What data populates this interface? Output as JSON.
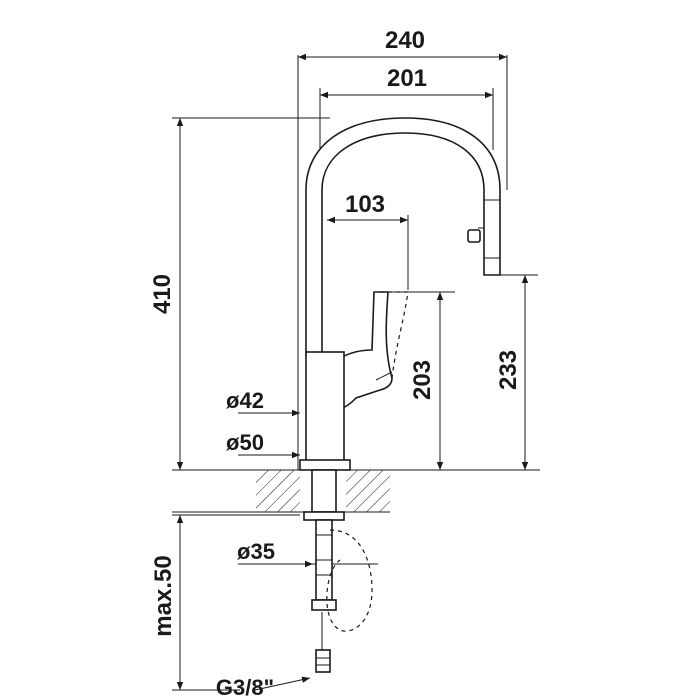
{
  "dimensions": {
    "total_width": "240",
    "spout_reach": "201",
    "lever_offset": "103",
    "total_height": "410",
    "lever_height": "203",
    "spout_height": "233",
    "body_diameter": "ø42",
    "base_diameter": "ø50",
    "shank_diameter": "ø35",
    "max_thickness": "max.50",
    "connection_thread": "G3/8\""
  },
  "colors": {
    "line": "#1a1a1a",
    "background": "#ffffff"
  }
}
